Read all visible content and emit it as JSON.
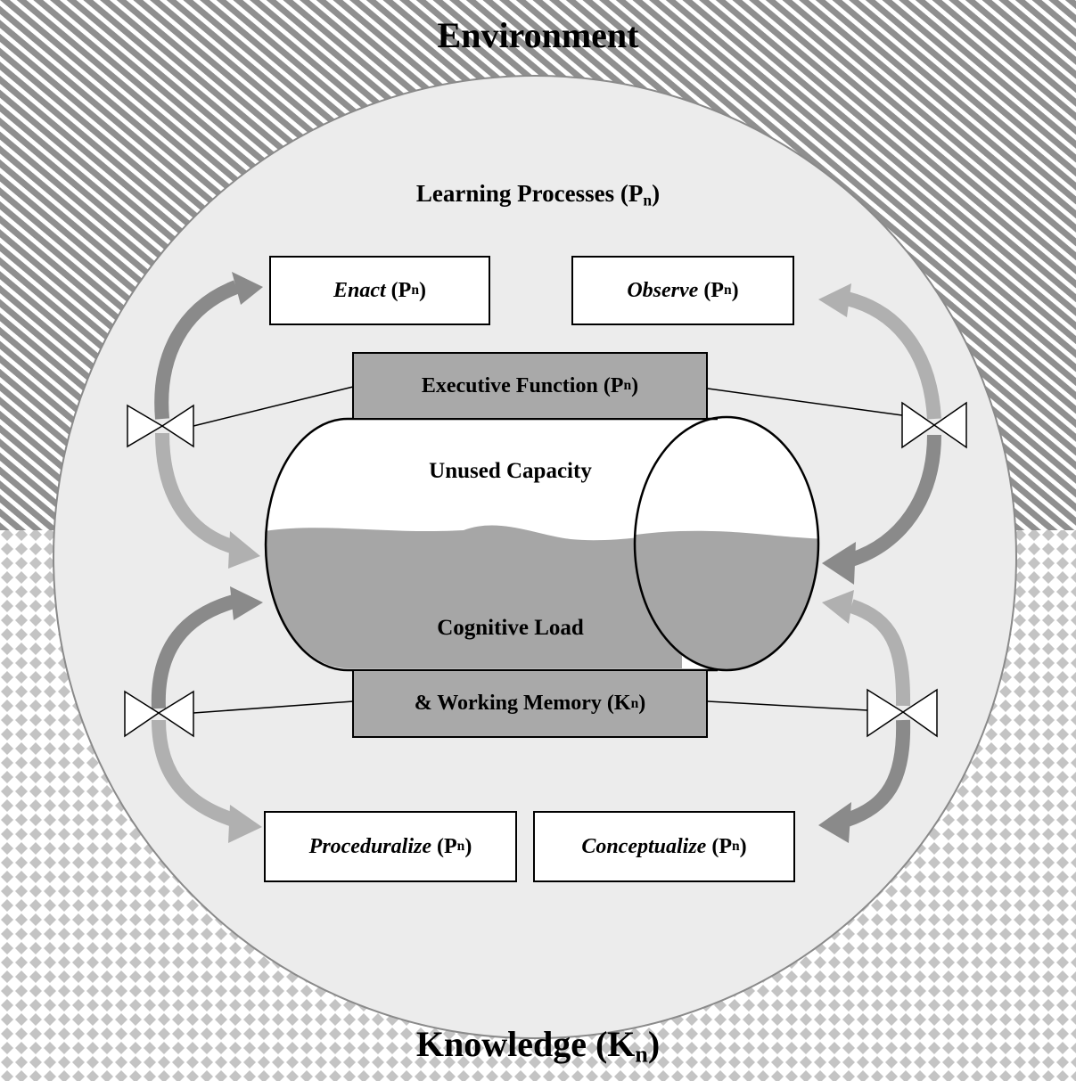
{
  "environment_label": "Environment",
  "knowledge_label": {
    "text": "Knowledge (K",
    "sub": "n",
    "close": ")"
  },
  "learning_processes_label": {
    "text": "Learning Processes (P",
    "sub": "n",
    "close": ")"
  },
  "boxes": {
    "enact": {
      "name": "Enact",
      "paren": "(P",
      "sub": "n",
      "close": ")"
    },
    "observe": {
      "name": "Observe",
      "paren": "(P",
      "sub": "n",
      "close": ")"
    },
    "executive_function": {
      "text": "Executive Function (P",
      "sub": "n",
      "close": ")"
    },
    "working_memory": {
      "text": "& Working Memory (K",
      "sub": "n",
      "close": ")"
    },
    "proceduralize": {
      "name": "Proceduralize",
      "paren": "(P",
      "sub": "n",
      "close": ")"
    },
    "conceptualize": {
      "name": "Conceptualize",
      "paren": "(P",
      "sub": "n",
      "close": ")"
    }
  },
  "cylinder": {
    "unused_capacity_label": "Unused Capacity",
    "cognitive_load_label": "Cognitive Load"
  },
  "colors": {
    "background": "#ffffff",
    "environment_hatch": "#8f8f8f",
    "knowledge_diamond": "#c4c4c4",
    "circle_fill": "#ececec",
    "grey_box": "#a9a9a9",
    "liquid": "#a6a6a6",
    "arrow_dark": "#8a8a8a",
    "arrow_light": "#b0b0b0"
  }
}
